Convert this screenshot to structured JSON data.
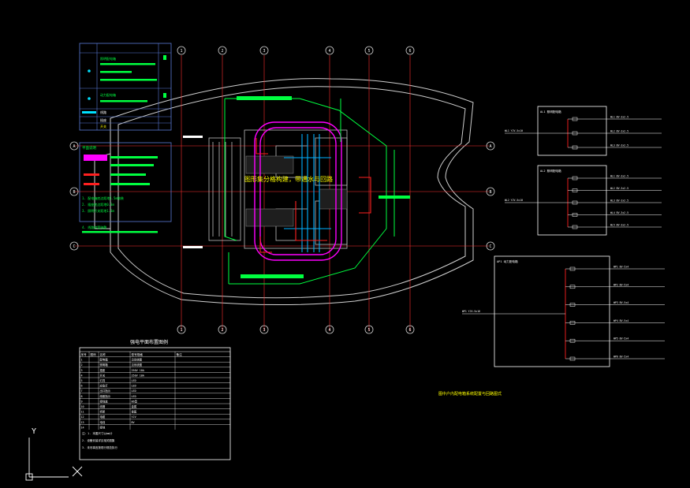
{
  "drawing": {
    "overlay_label": "图形集分格构建，带通水与回路",
    "stair_label": "图中户内配电箱系统配置与回路图式",
    "legend_title": "强电平面布置说明",
    "table_title": "强电平面布置图例"
  },
  "grid_labels": {
    "top": [
      "1",
      "2",
      "3",
      "4",
      "5",
      "6"
    ],
    "left": [
      "A",
      "B",
      "C"
    ],
    "right": [
      "A",
      "B",
      "C"
    ],
    "bottom": [
      "1",
      "2",
      "3",
      "4",
      "5",
      "6"
    ]
  },
  "legend_box": {
    "rows": [
      {
        "symbol": "dot-cyan",
        "text": "照明配电箱"
      },
      {
        "symbol": "dot-cyan",
        "text": "动力配电箱"
      },
      {
        "symbol": "line-cyan",
        "text": "线路"
      },
      {
        "symbol": "box",
        "text": "插座"
      },
      {
        "symbol": "box",
        "text": "开关"
      }
    ]
  },
  "notes_box": {
    "title": "平面说明",
    "lines": [
      "1. 配电箱底边距地1.5m暗装",
      "2. 插座底边距地0.3m",
      "3. 照明开关距地1.3m",
      "4. 线路穿管暗敷"
    ]
  },
  "table": {
    "headers": [
      "序号",
      "图例",
      "名称",
      "型号规格",
      "备注"
    ],
    "rows": [
      [
        "1",
        "",
        "配电箱",
        "见系统图",
        ""
      ],
      [
        "2",
        "",
        "照明箱",
        "见系统图",
        ""
      ],
      [
        "3",
        "",
        "插座",
        "250V 10A",
        ""
      ],
      [
        "4",
        "",
        "开关",
        "250V 10A",
        ""
      ],
      [
        "5",
        "",
        "灯具",
        "LED",
        ""
      ],
      [
        "6",
        "",
        "应急灯",
        "LED",
        ""
      ],
      [
        "7",
        "",
        "出口指示",
        "LED",
        ""
      ],
      [
        "8",
        "",
        "疏散指示",
        "LED",
        ""
      ],
      [
        "9",
        "",
        "接线盒",
        "86型",
        ""
      ],
      [
        "10",
        "",
        "线槽",
        "金属",
        ""
      ],
      [
        "11",
        "",
        "桥架",
        "金属",
        ""
      ],
      [
        "12",
        "",
        "电缆",
        "YJV",
        ""
      ],
      [
        "13",
        "",
        "电线",
        "BV",
        ""
      ],
      [
        "14",
        "",
        "接地",
        "",
        ""
      ]
    ],
    "footnotes": [
      "注：1. 本图尺寸以mm计",
      "2. 设备安装详见相关图集",
      "3. 未尽事宜按现行规范执行"
    ]
  },
  "systems": [
    {
      "id": "AL1",
      "header": "AL1 照明配电箱",
      "feed": "WL1 YJV-5x10",
      "circuits": [
        "WL1 BV-3x2.5",
        "WL2 BV-3x2.5",
        "WL3 BV-3x2.5"
      ]
    },
    {
      "id": "AL2",
      "header": "AL2 照明配电箱",
      "feed": "WL2 YJV-5x10",
      "circuits": [
        "WL1 BV-3x2.5",
        "WL2 BV-3x2.5",
        "WL3 BV-3x2.5",
        "WL4 BV-3x2.5",
        "WL5 BV-3x2.5"
      ]
    },
    {
      "id": "AP1",
      "header": "AP1 动力配电箱",
      "feed": "WP1 YJV-5x16",
      "circuits": [
        "WP1 BV-5x4",
        "WP2 BV-5x4",
        "WP3 BV-5x4",
        "WP4 BV-5x4",
        "WP5 BV-5x4",
        "WP6 BV-5x4"
      ]
    }
  ],
  "ucs": {
    "x_label": "X",
    "y_label": "Y"
  },
  "colors": {
    "background": "#000000",
    "grid": "#ff3030",
    "wall": "#ffffff",
    "green": "#00ff40",
    "magenta": "#ff00ff",
    "cyan": "#00e0ff",
    "yellow": "#ffff00",
    "red": "#ff2020"
  }
}
